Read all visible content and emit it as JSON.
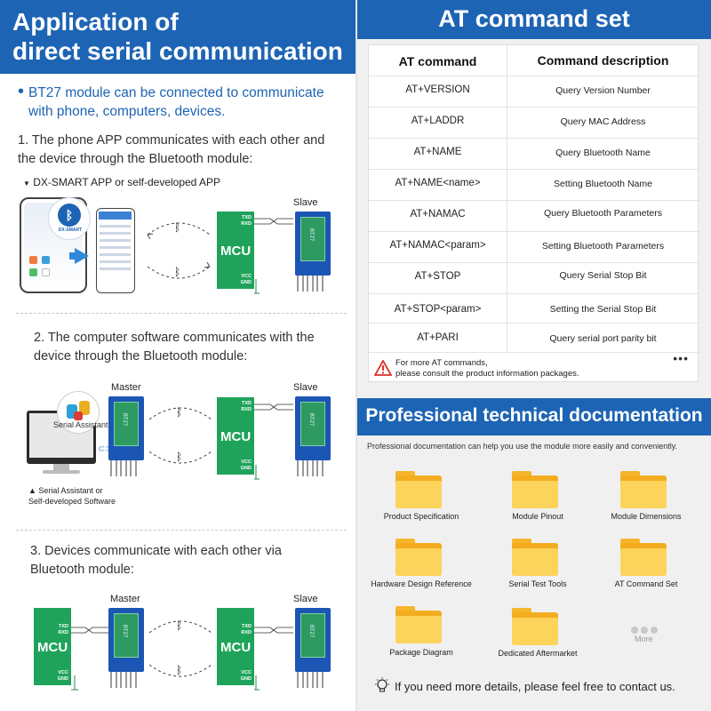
{
  "left": {
    "title_line1": "Application of",
    "title_line2": "direct serial communication",
    "intro": "BT27 module can be connected to communicate with phone, computers, devices.",
    "step1": "1. The phone APP communicates with each other and the device through the Bluetooth module:",
    "step1_sub": "DX-SMART APP or self-developed APP",
    "app_logo_name": "DX-SMART",
    "step2": "2. The computer software communicates with the device through the Bluetooth module:",
    "serial_assistant_icon_label": "Serial Assistant",
    "step2_caption_line1": "Serial Assistant or",
    "step2_caption_line2": "Self-developed Software",
    "step3": "3. Devices communicate with each other via Bluetooth module:",
    "mcu_label": "MCU",
    "pin_txd": "TXD",
    "pin_rxd": "RXD",
    "pin_vcc": "VCC",
    "pin_gnd": "GND",
    "master_label": "Master",
    "slave_label": "Slave",
    "chip_text": "BT27"
  },
  "at": {
    "title": "AT command set",
    "col1_header": "AT command",
    "col2_header": "Command description",
    "rows": [
      {
        "cmd": "AT+VERSION",
        "desc": "Query Version Number"
      },
      {
        "cmd": "AT+LADDR",
        "desc": "Query MAC Address"
      },
      {
        "cmd": "AT+NAME",
        "desc": "Query Bluetooth Name"
      },
      {
        "cmd": "AT+NAME<name>",
        "desc": "Setting Bluetooth Name"
      },
      {
        "cmd": "AT+NAMAC",
        "desc": "Query Bluetooth Parameters"
      },
      {
        "cmd": "AT+NAMAC<param>",
        "desc": "Setting Bluetooth Parameters"
      },
      {
        "cmd": "AT+STOP",
        "desc": "Query Serial Stop Bit"
      },
      {
        "cmd": "AT+STOP<param>",
        "desc": "Setting the Serial Stop Bit"
      },
      {
        "cmd": "AT+PARI",
        "desc": "Query serial port parity bit"
      }
    ],
    "note_line1": "For more AT commands,",
    "note_line2": "please consult the product information packages.",
    "more_dots": "•••"
  },
  "docs": {
    "title": "Professional technical documentation",
    "subtitle": "Professional documentation can help you use the module more easily and conveniently.",
    "items": [
      "Product Specification",
      "Module Pinout",
      "Module Dimensions",
      "Hardware Design Reference",
      "Serial Test Tools",
      "AT Command Set",
      "Package Diagram",
      "Dedicated Aftermarket"
    ],
    "more_label": "More",
    "contact": "If you need more details, please feel free to contact us."
  },
  "colors": {
    "brand_blue": "#1d64b4",
    "mcu_green": "#1fa35a",
    "folder_yellow": "#fcd45c",
    "warning_red": "#d9342b"
  }
}
